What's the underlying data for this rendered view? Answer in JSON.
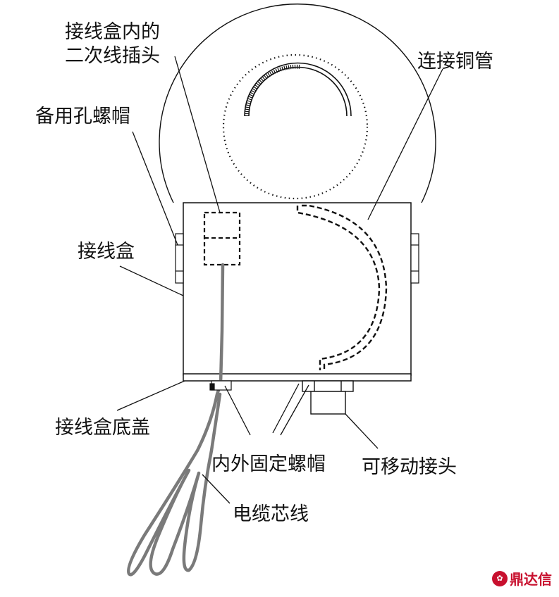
{
  "labels": {
    "junction_box_plug_line1": "接线盒内的",
    "junction_box_plug_line2": "二次线插头",
    "spare_hole_cap": "备用孔螺帽",
    "copper_tube": "连接铜管",
    "junction_box": "接线盒",
    "bottom_cover": "接线盒底盖",
    "fixing_nuts": "内外固定螺帽",
    "movable_joint": "可移动接头",
    "cable_core": "电缆芯线"
  },
  "watermark": {
    "text": "鼎达信",
    "color": "#c8102e"
  }
}
